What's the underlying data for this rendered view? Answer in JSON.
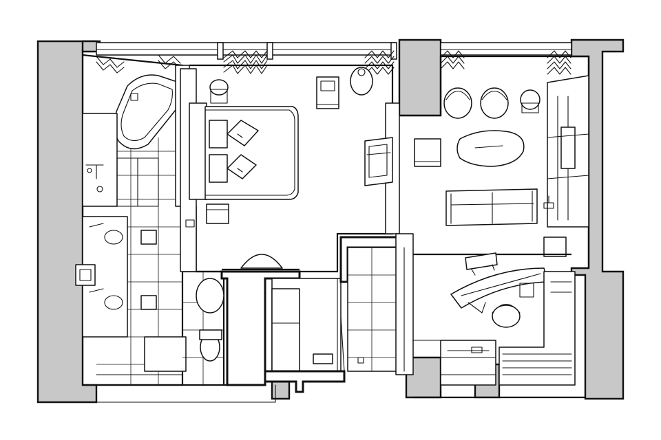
{
  "diagram": {
    "kind": "axonometric-floor-plan",
    "colors": {
      "line": "#111111",
      "wall_section": "#c8c8c8",
      "background": "#ffffff"
    },
    "rooms": [
      "bathroom",
      "bedroom",
      "closet",
      "shower",
      "living-room",
      "study"
    ],
    "furniture": [
      "bathtub",
      "double-vanity",
      "toilet",
      "bed",
      "nightstands",
      "armchair",
      "tv-cabinet",
      "sofa",
      "coffee-table",
      "lounge-chairs",
      "desk",
      "desk-chair",
      "bookshelf",
      "window-seat"
    ]
  }
}
